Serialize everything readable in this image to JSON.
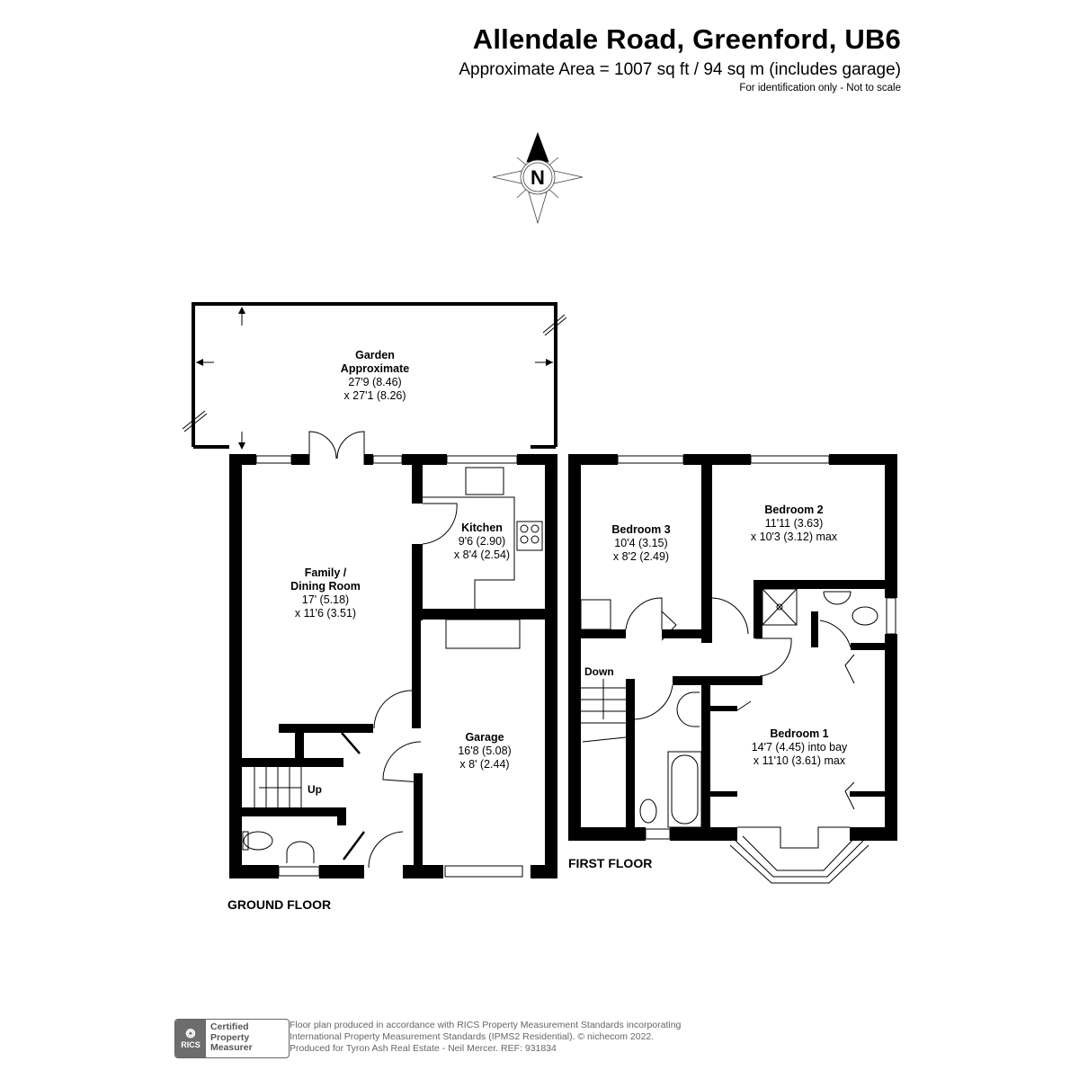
{
  "header": {
    "title": "Allendale Road, Greenford, UB6",
    "area": "Approximate Area = 1007 sq ft / 94 sq m (includes garage)",
    "disclaimer": "For identification only - Not to scale"
  },
  "compass": {
    "icon": "north-compass-icon",
    "label": "N"
  },
  "ground_floor": {
    "label": "GROUND FLOOR",
    "rooms": [
      {
        "name": "Garden",
        "name2": "Approximate",
        "dim1": "27'9 (8.46)",
        "dim2": "x 27'1 (8.26)"
      },
      {
        "name": "Family /",
        "name2": "Dining Room",
        "dim1": "17' (5.18)",
        "dim2": "x 11'6 (3.51)"
      },
      {
        "name": "Kitchen",
        "dim1": "9'6 (2.90)",
        "dim2": "x 8'4 (2.54)"
      },
      {
        "name": "Garage",
        "dim1": "16'8 (5.08)",
        "dim2": "x 8' (2.44)"
      }
    ],
    "stairs_label": "Up"
  },
  "first_floor": {
    "label": "FIRST FLOOR",
    "rooms": [
      {
        "name": "Bedroom 3",
        "dim1": "10'4 (3.15)",
        "dim2": "x 8'2 (2.49)"
      },
      {
        "name": "Bedroom 2",
        "dim1": "11'11 (3.63)",
        "dim2": "x 10'3 (3.12) max"
      },
      {
        "name": "Bedroom 1",
        "dim1": "14'7 (4.45) into bay",
        "dim2": "x 11'10 (3.61) max"
      }
    ],
    "stairs_label": "Down"
  },
  "footer": {
    "badge_logo": "RICS",
    "badge_line1": "Certified",
    "badge_line2": "Property",
    "badge_line3": "Measurer",
    "line1": "Floor plan produced in accordance with RICS Property Measurement Standards incorporating",
    "line2": "International Property Measurement Standards (IPMS2 Residential).   © nichecom 2022.",
    "line3": "Produced for Tyron Ash Real Estate - Neil Mercer.   REF:  931834"
  }
}
